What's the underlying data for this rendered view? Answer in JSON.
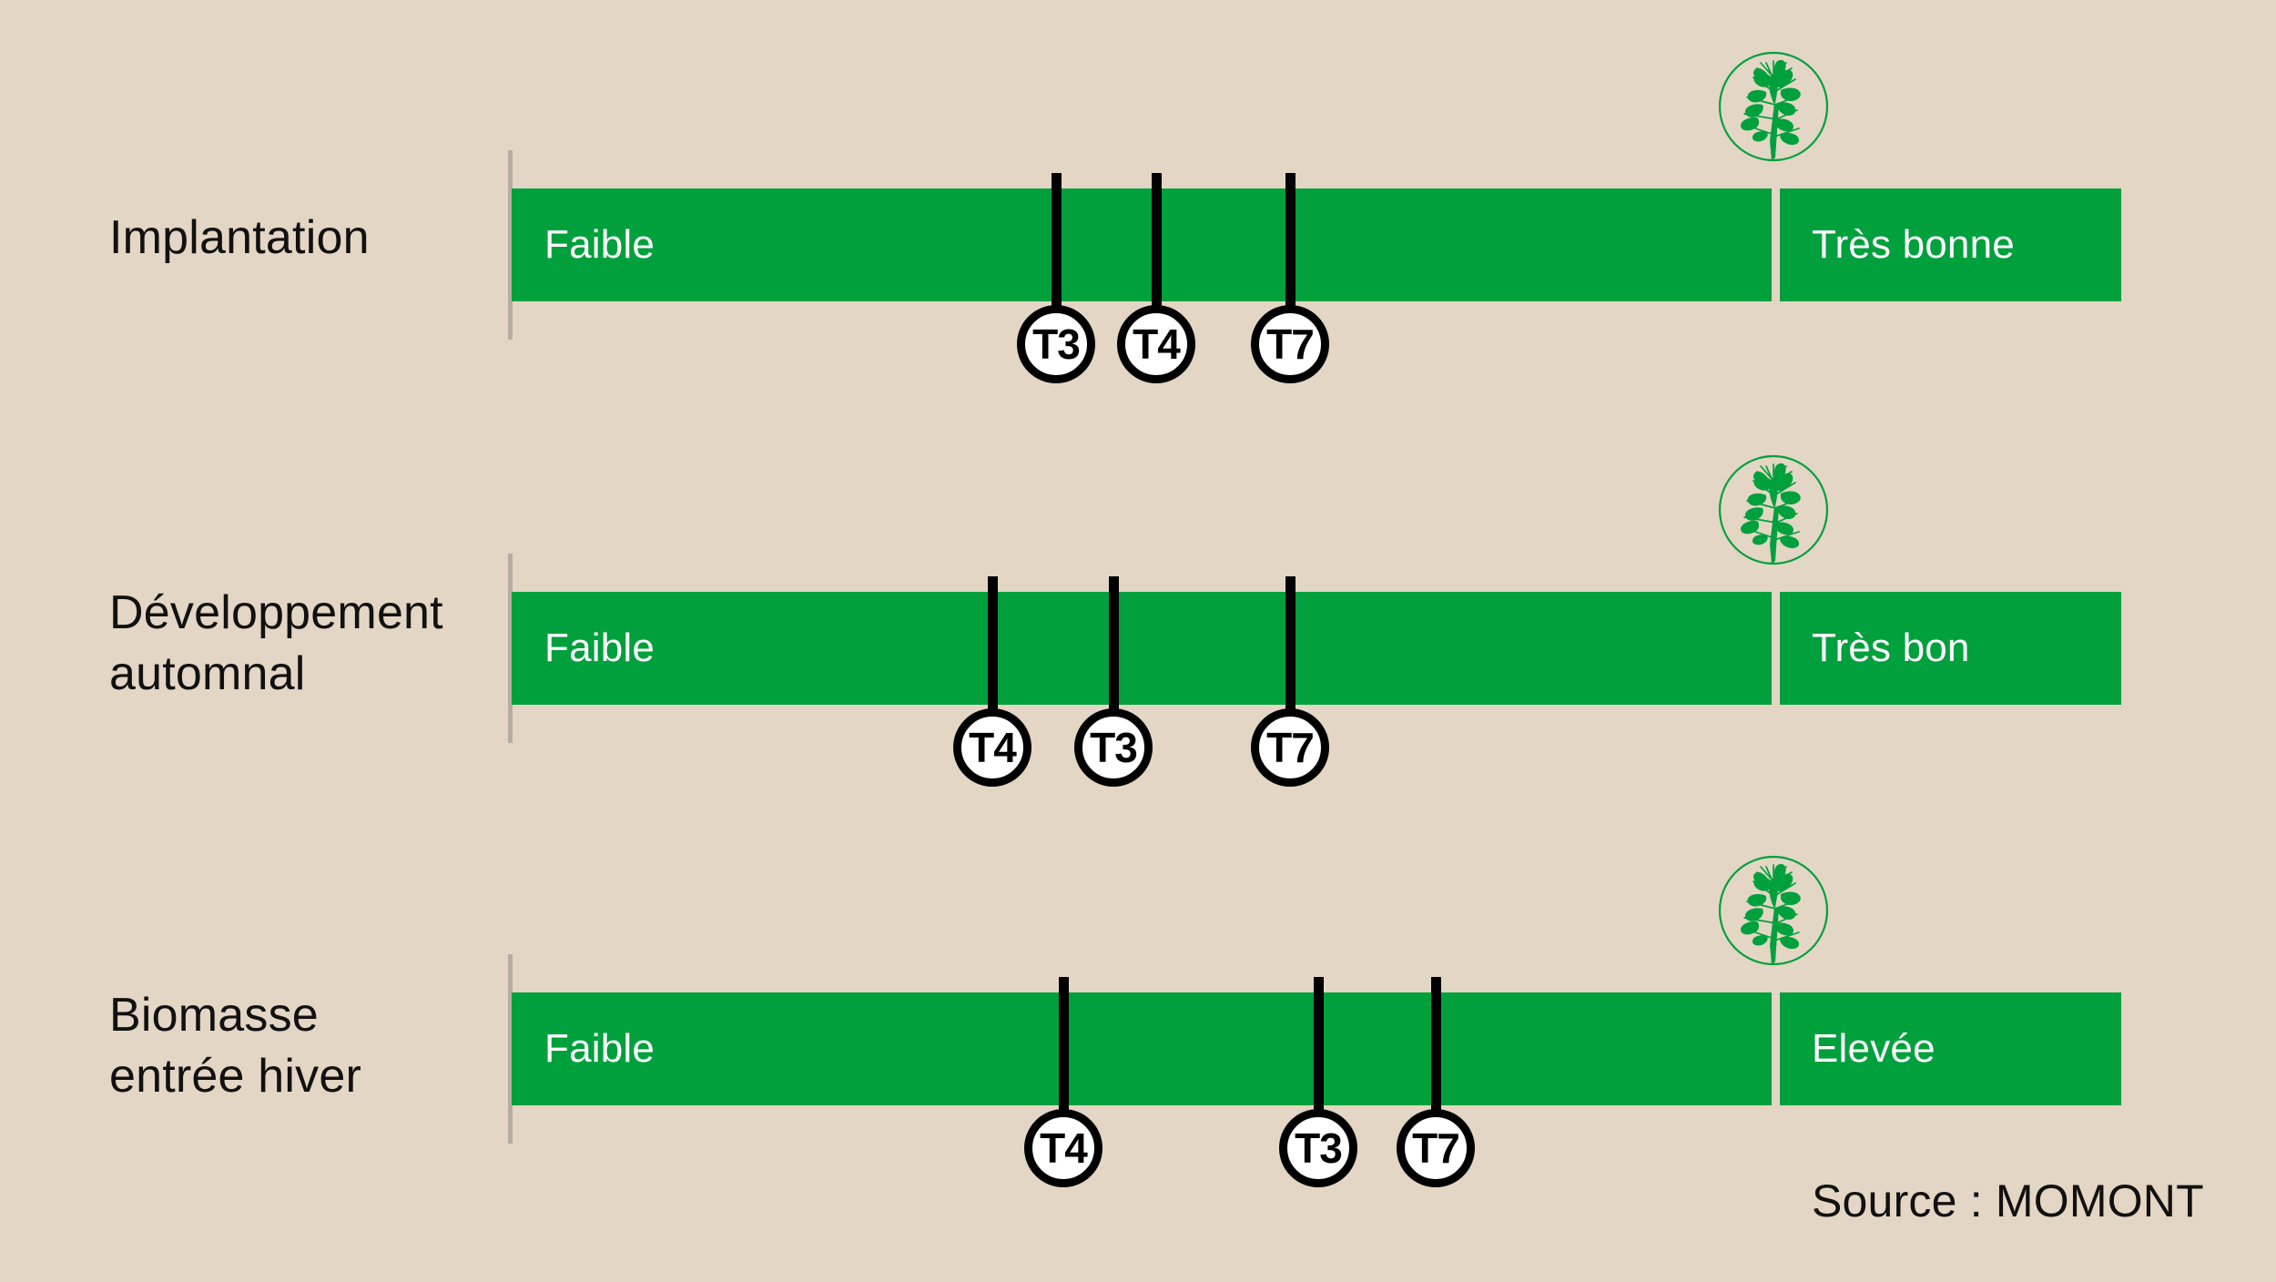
{
  "colors": {
    "background": "#e3d6c4",
    "bar": "#00a03c",
    "tick": "#000000",
    "badge_fill": "#ffffff",
    "badge_border": "#000000",
    "axis": "#b5ada2",
    "text_dark": "#111111",
    "text_light": "#ffffff",
    "icon": "#00a03c"
  },
  "icons": {
    "plant": "rapeseed-plant-icon"
  },
  "footer": {
    "source": "Source : MOMONT"
  },
  "chart_data": {
    "type": "bar",
    "title": "",
    "xlabel": "",
    "ylabel": "",
    "grid": false,
    "legend": "none",
    "scale_note": "Each row is a qualitative scale bar running from low (left) to high (right); T3, T4 and T7 variety markers are positioned along the scale.",
    "scale_range": [
      0,
      100
    ],
    "categories": [
      "Implantation",
      "Développement automnal",
      "Biomasse entrée hiver"
    ],
    "rows": [
      {
        "label": "Implantation",
        "label_lines": "Implantation",
        "low_label": "Faible",
        "high_label": "Très bonne",
        "divider_position": 78.3,
        "markers": [
          {
            "name": "T3",
            "position": 33.7
          },
          {
            "name": "T4",
            "position": 39.9
          },
          {
            "name": "T7",
            "position": 48.2
          }
        ]
      },
      {
        "label": "Développement automnal",
        "label_lines": "Développement\nautomnal",
        "low_label": "Faible",
        "high_label": "Très bon",
        "divider_position": 78.3,
        "markers": [
          {
            "name": "T4",
            "position": 30.1
          },
          {
            "name": "T3",
            "position": 37.6
          },
          {
            "name": "T7",
            "position": 48.6
          }
        ]
      },
      {
        "label": "Biomasse entrée hiver",
        "label_lines": "Biomasse\nentrée hiver",
        "low_label": "Faible",
        "high_label": "Elevée",
        "divider_position": 78.3,
        "markers": [
          {
            "name": "T4",
            "position": 34.1
          },
          {
            "name": "T3",
            "position": 43.5
          },
          {
            "name": "T7",
            "position": 48.0
          }
        ]
      }
    ]
  }
}
